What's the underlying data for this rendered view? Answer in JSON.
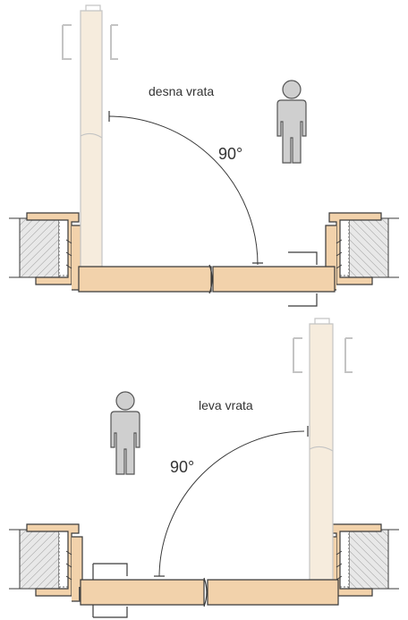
{
  "diagrams": [
    {
      "label": "desna vrata",
      "angle": "90°"
    },
    {
      "label": "leva vrata",
      "angle": "90°"
    }
  ],
  "colors": {
    "wood": "#f2d2ab",
    "wood_light": "#f6ecdd",
    "outline": "#3a3a3a",
    "wall": "#e6e6e6",
    "person": "#cfcfcf",
    "ghost": "#c4c4c4"
  }
}
